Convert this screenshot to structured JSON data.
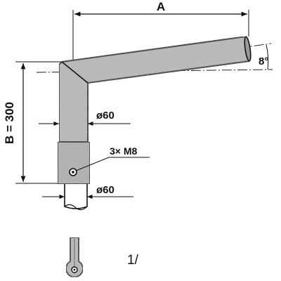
{
  "drawing": {
    "dim_a_label": "A",
    "dim_b_label": "B = 300",
    "angle_label": "8°",
    "upper_diameter_label": "ø60",
    "lower_diameter_label": "ø60",
    "bolt_label": "3× M8",
    "view_label": "1/"
  },
  "colors": {
    "line": "#111111",
    "pipe_fill": "#b9b9b9",
    "paper": "#ffffff"
  }
}
